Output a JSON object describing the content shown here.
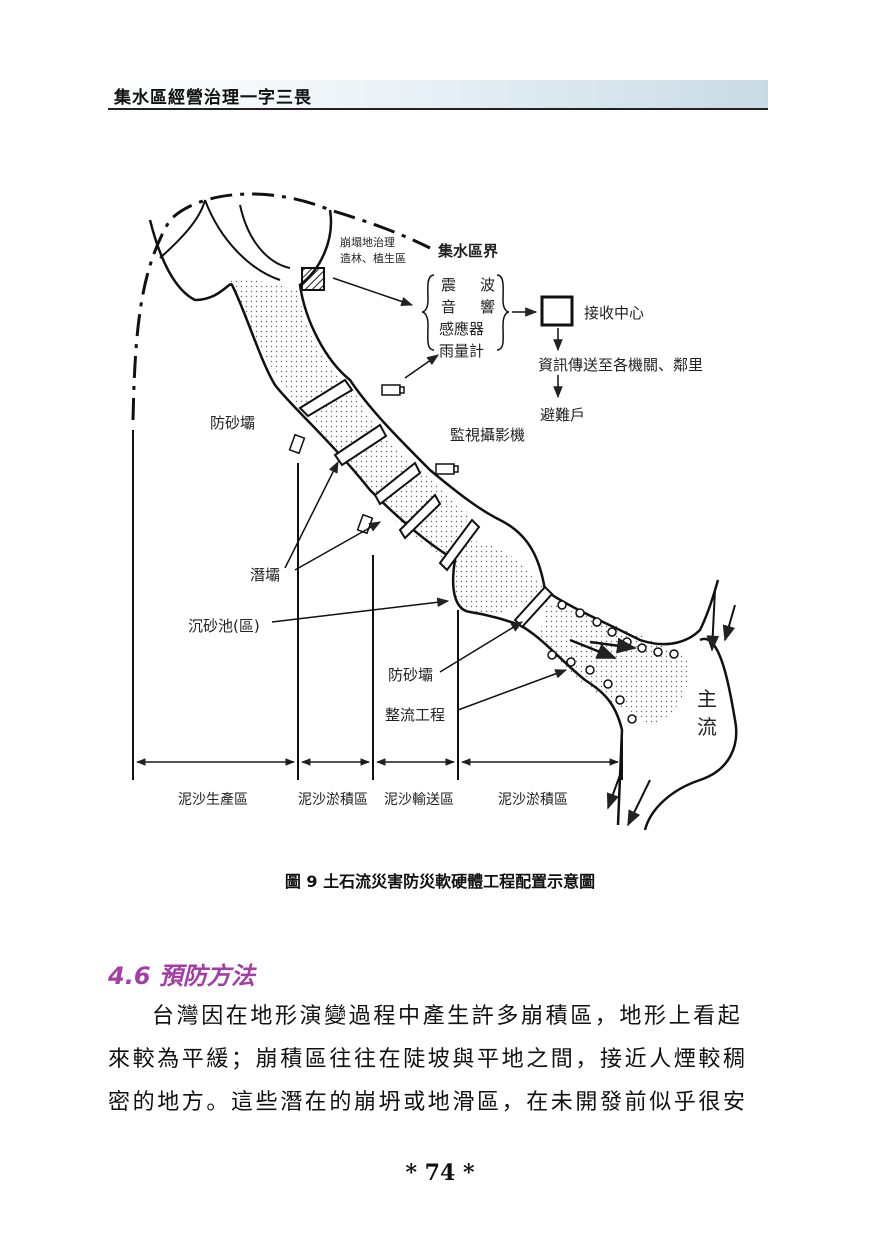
{
  "header": {
    "title": "集水區經營治理一字三畏"
  },
  "diagram": {
    "boundary_label": "集水區界",
    "collapse_label_line1": "崩塌地治理",
    "collapse_label_line2": "造林、植生區",
    "sensors": [
      "震",
      "波",
      "音",
      "響",
      "感應器",
      "雨量計"
    ],
    "receiving_center": "接收中心",
    "info_broadcast": "資訊傳送至各機關、鄰里",
    "evacuees": "避難戶",
    "sabo_dam_top": "防砂壩",
    "cctv": "監視攝影機",
    "submerged_dam": "潛壩",
    "settling_basin": "沉砂池(區)",
    "sabo_dam_bottom": "防砂壩",
    "river_training": "整流工程",
    "main_stream_1": "主",
    "main_stream_2": "流",
    "zones": [
      "泥沙生產區",
      "泥沙淤積區",
      "泥沙輸送區",
      "泥沙淤積區"
    ]
  },
  "caption": "圖 9  土石流災害防災軟硬體工程配置示意圖",
  "section": {
    "title": "4.6  預防方法"
  },
  "body": {
    "line1": "台灣因在地形演變過程中產生許多崩積區，地形上看起",
    "line2": "來較為平緩；崩積區往往在陡坡與平地之間，接近人煙較稠",
    "line3": "密的地方。這些潛在的崩坍或地滑區，在未開發前似乎很安"
  },
  "page_number": "*   74   *"
}
